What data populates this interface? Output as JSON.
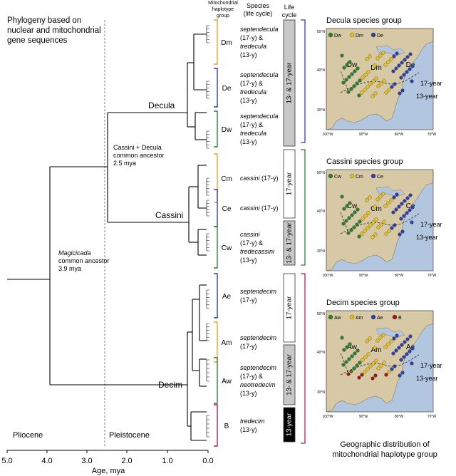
{
  "title_line1": "Phylogeny based on",
  "title_line2": "nuclear and mitochondrial",
  "title_line3": "gene sequences",
  "col_haplo_line1": "Mitochondrial",
  "col_haplo_line2": "haplotype",
  "col_haplo_line3": "group",
  "col_species_line1": "Species",
  "col_species_line2": "(life cycle)",
  "col_life_line1": "Life",
  "col_life_line2": "cycle",
  "node_root_line1": "Magicicada",
  "node_root_line2": "common ancestor",
  "node_root_line3": "3.9 mya",
  "node_cd_line1": "Cassini + Decula",
  "node_cd_line2": "common ancestor",
  "node_cd_line3": "2.5 mya",
  "clade_decula": "Decula",
  "clade_cassini": "Cassini",
  "clade_decim": "Decim",
  "epoch_left": "Pliocene",
  "epoch_right": "Pleistocene",
  "x_axis_label": "Age, mya",
  "x_ticks": [
    "5.0",
    "4.0",
    "3.0",
    "2.0",
    "1.0",
    "0.0"
  ],
  "groups": [
    {
      "code": "Dm",
      "color": "#e8a21c",
      "species": [
        "septendecula",
        "(17-y) &",
        "tredecula",
        "(13-y)"
      ]
    },
    {
      "code": "De",
      "color": "#2f3fa8",
      "species": [
        "septendecula",
        "(17-y) &",
        "tredecula",
        "(13-y)"
      ]
    },
    {
      "code": "Dw",
      "color": "#2e7d32",
      "species": [
        "septendecula",
        "(17-y) &",
        "tredecula",
        "(13-y)"
      ]
    },
    {
      "code": "Cm",
      "color": "#e8a21c",
      "species": [
        "cassini (17-y)"
      ]
    },
    {
      "code": "Ce",
      "color": "#2f3fa8",
      "species": [
        "cassini (17-y)"
      ]
    },
    {
      "code": "Cw",
      "color": "#2e7d32",
      "species": [
        "cassini",
        "(17-y) &",
        "tredecassini",
        "(13-y)"
      ]
    },
    {
      "code": "Ae",
      "color": "#2f3fa8",
      "species": [
        "septendecim",
        "(17-y)"
      ]
    },
    {
      "code": "Am",
      "color": "#e8a21c",
      "species": [
        "septendecim",
        "(17-y)"
      ]
    },
    {
      "code": "Aw",
      "color": "#2e7d32",
      "species": [
        "septendecim",
        "(17-y) &",
        "neotredecim",
        "(13-y)"
      ]
    },
    {
      "code": "B",
      "color": "#c2185b",
      "species": [
        "tredecim",
        "(13-y)"
      ]
    }
  ],
  "life_bars": [
    {
      "label": "13- & 17-year",
      "fill": "#c8c8c8"
    },
    {
      "label": "17-year",
      "fill": "#ffffff"
    },
    {
      "label": "13- & 17-year",
      "fill": "#c8c8c8"
    },
    {
      "label": "17-year",
      "fill": "#ffffff"
    },
    {
      "label": "13- & 17-year",
      "fill": "#c8c8c8"
    },
    {
      "label": "13-year",
      "fill": "#000000"
    }
  ],
  "maps": [
    {
      "title": "Decula species group",
      "legend": [
        [
          "Dw",
          "#2e7d32"
        ],
        [
          "Dm",
          "#e8c21c"
        ],
        [
          "De",
          "#2f3fa8"
        ]
      ],
      "labels": [
        "Dw",
        "Dm",
        "De"
      ],
      "zone_17": "17-year",
      "zone_13": "13-year",
      "lat": [
        "50°N",
        "40°N",
        "30°N"
      ],
      "lon": [
        "100°W",
        "90°W",
        "80°W",
        "70°W"
      ]
    },
    {
      "title": "Cassini species group",
      "legend": [
        [
          "Cw",
          "#2e7d32"
        ],
        [
          "Cm",
          "#e8c21c"
        ],
        [
          "Ce",
          "#2f3fa8"
        ]
      ],
      "labels": [
        "Cw",
        "Cm",
        "Ce"
      ],
      "zone_17": "17-year",
      "zone_13": "13-year",
      "lat": [
        "50°N",
        "40°N",
        "30°N"
      ],
      "lon": [
        "100°W",
        "90°W",
        "80°W",
        "70°W"
      ]
    },
    {
      "title": "Decim species group",
      "legend": [
        [
          "Aw",
          "#2e7d32"
        ],
        [
          "Am",
          "#e8c21c"
        ],
        [
          "Ae",
          "#2f3fa8"
        ],
        [
          "B",
          "#a31515"
        ]
      ],
      "labels": [
        "Aw",
        "Am",
        "Ae"
      ],
      "zone_17": "17-year",
      "zone_13": "13-year",
      "lat": [
        "50°N",
        "40°N",
        "30°N"
      ],
      "lon": [
        "100°W",
        "90°W",
        "80°W",
        "70°W"
      ]
    }
  ],
  "map_caption_line1": "Geographic distribution of",
  "map_caption_line2": "mitochondrial haplotype group"
}
